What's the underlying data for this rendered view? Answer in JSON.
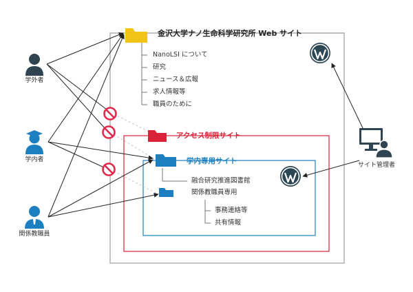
{
  "roles": {
    "outside": "学外者",
    "inside": "学内者",
    "staff": "関係教職員",
    "admin": "サイト管理者"
  },
  "sites": {
    "web": {
      "title": "金沢大学ナノ生命科学研究所 Web サイト",
      "items": [
        "NanoLSI について",
        "研究",
        "ニュース＆広報",
        "求人情報等",
        "職員のために"
      ]
    },
    "access": {
      "title": "アクセス制限サイト"
    },
    "internal": {
      "title": "学内専用サイト",
      "items": [
        "融合研究推進図書館",
        "関係教職員専用"
      ],
      "staff_items": [
        "事務連絡等",
        "共有情報"
      ]
    }
  },
  "colors": {
    "web_folder": "#f2c418",
    "access": "#d8233a",
    "internal": "#1b7fc0",
    "box_gray": "#b5b5b5",
    "person": "#2f4350",
    "person_blue": "#1b7fc0",
    "deny": "#e0284a",
    "wordpress": "#2c4653"
  }
}
